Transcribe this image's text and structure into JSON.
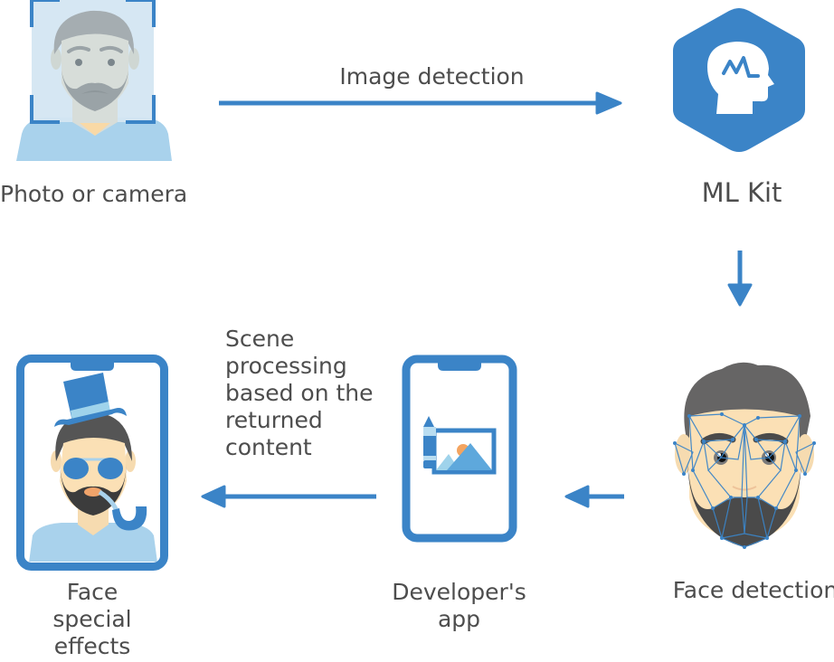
{
  "diagram": {
    "title": "Face detection workflow with ML Kit",
    "accent_color": "#3b84c7",
    "nodes": [
      {
        "id": "photo",
        "label": "Photo or camera",
        "icon": "person-scan-icon"
      },
      {
        "id": "mlkit",
        "label": "ML Kit",
        "icon": "ml-kit-head-icon"
      },
      {
        "id": "face-detection",
        "label": "Face detection",
        "icon": "face-mesh-icon"
      },
      {
        "id": "dev-app",
        "label_lines": [
          "Developer's",
          "app"
        ],
        "icon": "phone-image-edit-icon"
      },
      {
        "id": "effects",
        "label_lines": [
          "Face",
          "special",
          "effects"
        ],
        "icon": "phone-face-effects-icon"
      }
    ],
    "edges": [
      {
        "from": "photo",
        "to": "mlkit",
        "label": "Image detection",
        "direction": "right"
      },
      {
        "from": "mlkit",
        "to": "face-detection",
        "label": "",
        "direction": "down"
      },
      {
        "from": "face-detection",
        "to": "dev-app",
        "label": "",
        "direction": "left"
      },
      {
        "from": "dev-app",
        "to": "effects",
        "label_lines": [
          "Scene",
          "processing",
          "based on the",
          "returned",
          "content"
        ],
        "direction": "left"
      }
    ]
  }
}
